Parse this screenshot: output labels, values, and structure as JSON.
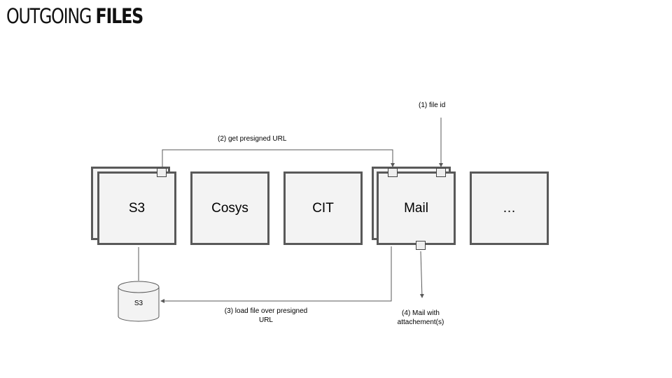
{
  "title": {
    "light": "OUTGOING ",
    "bold": "FILES"
  },
  "boxes": {
    "s3": "S3",
    "cosys": "Cosys",
    "cit": "CIT",
    "mail": "Mail",
    "more": "…"
  },
  "database": {
    "label": "S3"
  },
  "labels": {
    "file_id": "(1) file id",
    "get_url": "(2) get presigned URL",
    "load_file_1": "(3) load file over presigned",
    "load_file_2": "URL",
    "mail_attach_1": "(4) Mail with",
    "mail_attach_2": "attachement(s)"
  },
  "colors": {
    "box_fill": "#f3f3f3",
    "box_border": "#595959",
    "line": "#595959"
  }
}
